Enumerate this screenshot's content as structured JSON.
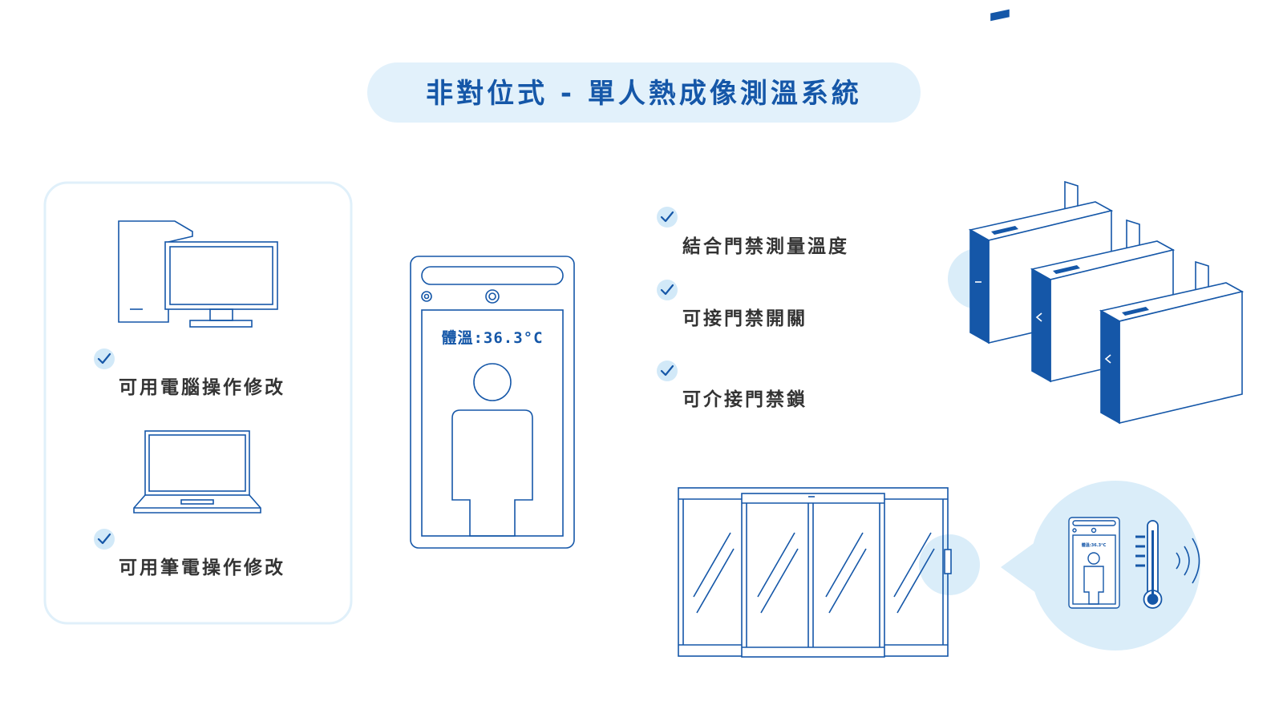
{
  "title": "非對位式 - 單人熱成像測溫系統",
  "colors": {
    "primary": "#1557a8",
    "title_pill": "#e2f1fb",
    "light_circle": "#daedf9",
    "panel_border": "#e0f0fa",
    "check_circle": "#d2e9f8",
    "text_dark": "#333333"
  },
  "operation_panel": {
    "desktop_label": "可用電腦操作修改",
    "laptop_label": "可用筆電操作修改"
  },
  "device": {
    "temperature_reading": "體溫:36.3°C"
  },
  "features": [
    "結合門禁測量溫度",
    "可接門禁開關",
    "可介接門禁鎖"
  ],
  "bubble": {
    "temperature_reading": "體溫:36.3°C"
  },
  "icons": {
    "desktop": "desktop-computer-icon",
    "laptop": "laptop-icon",
    "check": "check-icon",
    "kiosk": "thermal-kiosk-icon",
    "turnstile": "turnstile-gate-icon",
    "door": "sliding-door-icon",
    "thermometer": "thermometer-icon",
    "signal": "signal-waves-icon"
  }
}
